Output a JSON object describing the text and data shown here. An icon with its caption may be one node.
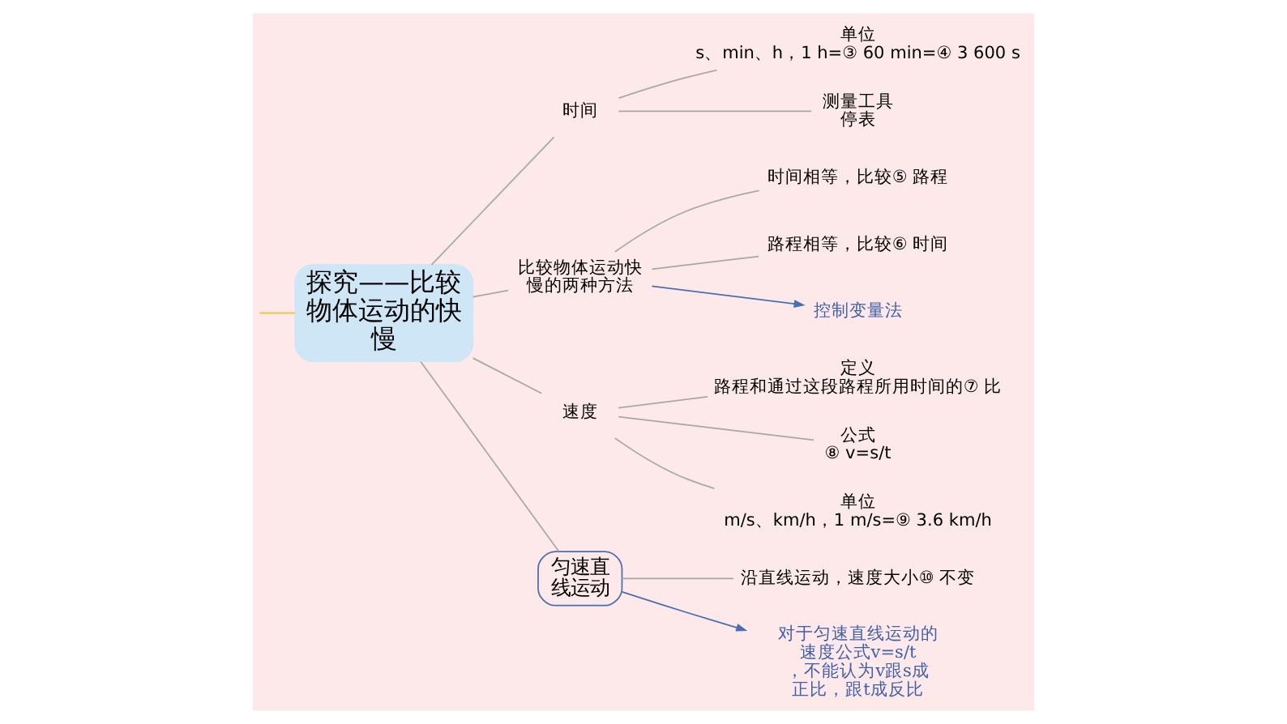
{
  "diagram": {
    "nodes": [
      {
        "text": [
          "探究——比较物体运动的快慢"
        ]
      },
      {
        "text": [
          "时间"
        ]
      },
      {
        "text": [
          "比较物体运动快慢的两种方法"
        ]
      },
      {
        "text": [
          "速度"
        ]
      },
      {
        "text": [
          "匀速直线运动"
        ]
      },
      {
        "text": [
          "单位",
          "s、min、h，1 h=③ 60 min=④ 3 600 s"
        ]
      },
      {
        "text": [
          "测量工具",
          "停表"
        ]
      },
      {
        "text": [
          "时间相等，比较⑤ 路程"
        ]
      },
      {
        "text": [
          "路程相等，比较⑥ 时间"
        ]
      },
      {
        "text": [
          "定义",
          "路程和通过这段路程所用时间的⑦ 比"
        ]
      },
      {
        "text": [
          "公式",
          "⑧ v=s/t"
        ]
      },
      {
        "text": [
          "单位",
          "m/s、km/h，1 m/s=⑨ 3.6 km/h"
        ]
      },
      {
        "text": [
          "沿直线运动，速度大小⑩ 不变"
        ]
      },
      {
        "text": [
          "控制变量法"
        ]
      },
      {
        "text": [
          "对于匀速直线运动的速度公式v=s/t，不能认为v跟s成正比，跟t成反比"
        ]
      }
    ],
    "edges": [
      {
        "from": null,
        "to": 0,
        "arrow": "none",
        "color": "#f2c24a"
      },
      {
        "from": 0,
        "to": 1,
        "arrow": "none"
      },
      {
        "from": 0,
        "to": 2,
        "arrow": "none"
      },
      {
        "from": 0,
        "to": 3,
        "arrow": "none"
      },
      {
        "from": 0,
        "to": 4,
        "arrow": "none"
      },
      {
        "from": 1,
        "to": 5,
        "arrow": "none"
      },
      {
        "from": 1,
        "to": 6,
        "arrow": "none"
      },
      {
        "from": 2,
        "to": 7,
        "arrow": "none"
      },
      {
        "from": 2,
        "to": 8,
        "arrow": "none"
      },
      {
        "from": 3,
        "to": 9,
        "arrow": "none"
      },
      {
        "from": 3,
        "to": 10,
        "arrow": "none"
      },
      {
        "from": 3,
        "to": 11,
        "arrow": "none"
      },
      {
        "from": 4,
        "to": 12,
        "arrow": "none"
      },
      {
        "from": 2,
        "to": 13,
        "arrow": "to",
        "color": "#4a6fb0"
      },
      {
        "from": 4,
        "to": 14,
        "arrow": "to",
        "color": "#4a6fb0"
      }
    ]
  }
}
